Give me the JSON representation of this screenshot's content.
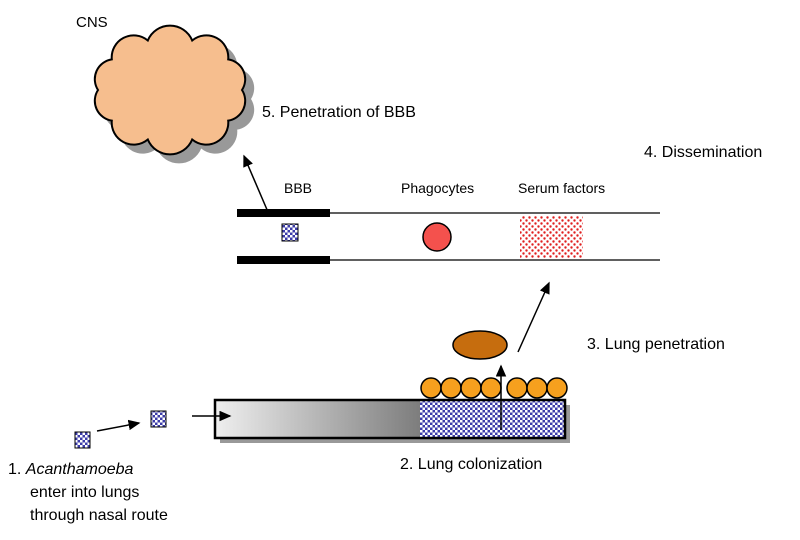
{
  "labels": {
    "cns": "CNS",
    "step5": "5. Penetration of BBB",
    "step4": "4. Dissemination",
    "bbb": "BBB",
    "phagocytes": "Phagocytes",
    "serum": "Serum factors",
    "step3": "3. Lung penetration",
    "step2": "2. Lung colonization",
    "step1_num": "1.",
    "step1_name": "Acanthamoeba",
    "step1_line2": "enter into lungs",
    "step1_line3": "through nasal route"
  },
  "colors": {
    "cloud": "#F6BE8E",
    "shadow": "#999999",
    "phagocyte": "#F4514D",
    "amoeba": "#3C3CAA",
    "serum_dot": "#E02020",
    "colony": "#F6A01E",
    "oval": "#C66D0E",
    "tube_light": "#EFEFEF",
    "tube_dark": "#7D7D7D",
    "outline": "#000000"
  }
}
